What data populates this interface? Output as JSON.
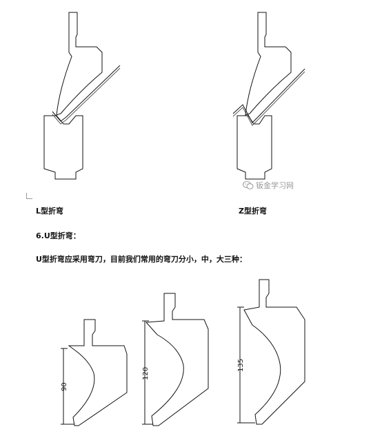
{
  "captions": {
    "l_bend": "L型折弯",
    "z_bend": "Z型折弯"
  },
  "section": {
    "heading": "6.U型折弯：",
    "text": "U型折弯应采用弯刀，目前我们常用的弯刀分小，中，大三种："
  },
  "watermark": {
    "text": "钣金学习网",
    "icon": "wechat-logo-icon"
  },
  "dimensions": {
    "small": "90",
    "medium": "120",
    "large": "135"
  }
}
